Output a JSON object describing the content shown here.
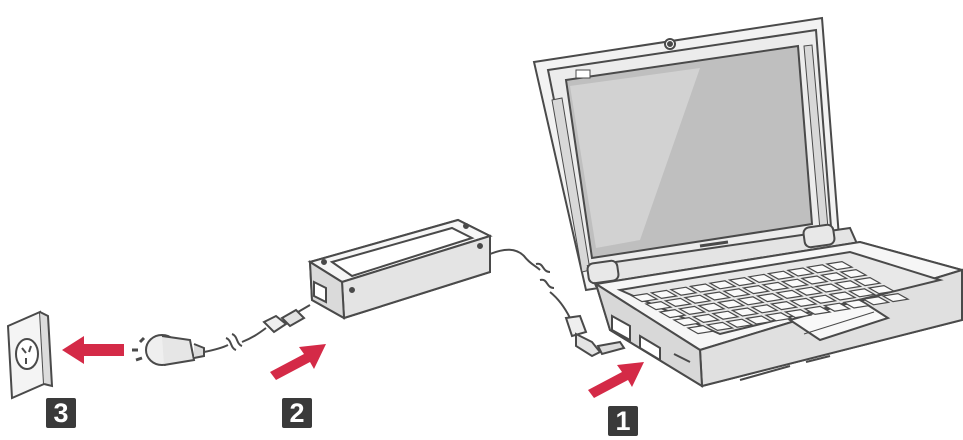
{
  "steps": [
    {
      "number": "1",
      "description": "connect-adapter-plug-to-laptop"
    },
    {
      "number": "2",
      "description": "connect-power-cord-to-adapter"
    },
    {
      "number": "3",
      "description": "plug-power-cord-into-outlet"
    }
  ],
  "colors": {
    "arrow": "#d42a47",
    "badge": "#3a3a3a",
    "line": "#4a4a4a",
    "fill": "#efefef",
    "screen": "#bfbfbf"
  },
  "icons": [
    "wall-outlet-icon",
    "laptop-icon",
    "power-adapter-icon",
    "power-plug-icon"
  ]
}
